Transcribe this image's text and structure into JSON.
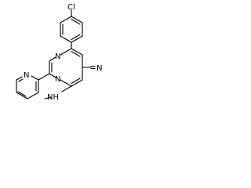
{
  "molecule": {
    "substituent_cl": "Cl",
    "ring_n1": "N",
    "ring_n3": "N",
    "pyridine_n": "N",
    "nitrile_n": "N",
    "amine_nh": "NH"
  },
  "colors": {
    "bond": "#000000",
    "label": "#000000",
    "background": "#ffffff"
  }
}
